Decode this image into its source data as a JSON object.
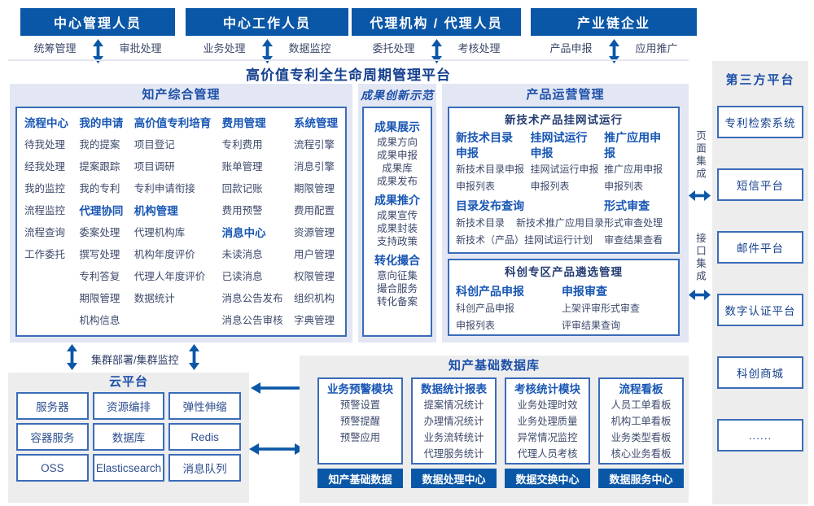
{
  "title": "高价值专利全生命周期管理平台",
  "colors": {
    "primary": "#0b57a7",
    "section_title": "#1d50a8",
    "group_header": "#1856b4",
    "item_text": "#3e4a6b",
    "deep_title": "#16418f",
    "panel_lavender": "#e3e7f4",
    "panel_gray": "#ededee",
    "box_border": "#3a6cb8",
    "box_text": "#2d4e8e"
  },
  "actors": [
    {
      "name": "中心管理人员",
      "left_action": "统筹管理",
      "right_action": "审批处理"
    },
    {
      "name": "中心工作人员",
      "left_action": "业务处理",
      "right_action": "数据监控"
    },
    {
      "name": "代理机构 / 代理人员",
      "left_action": "委托处理",
      "right_action": "考核处理"
    },
    {
      "name": "产业链企业",
      "left_action": "产品申报",
      "right_action": "应用推广"
    }
  ],
  "ip_management": {
    "title": "知产综合管理",
    "columns": [
      {
        "groups": [
          {
            "header": "流程中心",
            "items": [
              "待我处理",
              "经我处理",
              "我的监控",
              "流程监控",
              "流程查询",
              "工作委托"
            ]
          }
        ]
      },
      {
        "groups": [
          {
            "header": "我的申请",
            "items": [
              "我的提案",
              "提案跟踪",
              "我的专利"
            ]
          },
          {
            "header": "代理协同",
            "items": [
              "委案处理",
              "撰写处理",
              "专利答复",
              "期限管理",
              "机构信息"
            ]
          }
        ]
      },
      {
        "groups": [
          {
            "header": "高价值专利培育",
            "items": [
              "项目登记",
              "项目调研",
              "专利申请衔接"
            ]
          },
          {
            "header": "机构管理",
            "items": [
              "代理机构库",
              "机构年度评价",
              "代理人年度评价",
              "数据统计"
            ]
          }
        ]
      },
      {
        "groups": [
          {
            "header": "费用管理",
            "items": [
              "专利费用",
              "账单管理",
              "回款记账",
              "费用预警"
            ]
          },
          {
            "header": "消息中心",
            "items": [
              "未读消息",
              "已读消息",
              "消息公告发布",
              "消息公告审核"
            ]
          }
        ]
      },
      {
        "groups": [
          {
            "header": "系统管理",
            "items": [
              "流程引擎",
              "消息引擎",
              "期限管理",
              "费用配置",
              "资源管理",
              "用户管理",
              "权限管理",
              "组织机构",
              "字典管理"
            ]
          }
        ]
      }
    ]
  },
  "achievements": {
    "title": "成果创新示范",
    "groups": [
      {
        "header": "成果展示",
        "items": [
          "成果方向",
          "成果申报",
          "成果库",
          "成果发布"
        ]
      },
      {
        "header": "成果推介",
        "items": [
          "成果宣传",
          "成果封装",
          "支持政策"
        ]
      },
      {
        "header": "转化撮合",
        "items": [
          "意向征集",
          "撮合服务",
          "转化备案"
        ]
      }
    ]
  },
  "product_ops": {
    "title": "产品运营管理",
    "box1": {
      "title": "新技术产品挂网试运行",
      "columns": [
        {
          "header": "新技术目录申报",
          "items": [
            "新技术目录申报",
            "申报列表"
          ]
        },
        {
          "header": "挂网试运行申报",
          "items": [
            "挂网试运行申报",
            "申报列表"
          ]
        },
        {
          "header": "推广应用申报",
          "items": [
            "推广应用申报",
            "申报列表"
          ]
        }
      ],
      "catalog_query": {
        "header": "目录发布查询",
        "row1": [
          "新技术目录",
          "新技术推广应用目录"
        ],
        "row2": "新技术（产品）挂网试运行计划"
      },
      "formal_review": {
        "header": "形式审查",
        "items": [
          "形式审查处理",
          "审查结果查看"
        ]
      }
    },
    "box2": {
      "title": "科创专区产品遴选管理",
      "columns": [
        {
          "header": "科创产品申报",
          "items": [
            "科创产品申报",
            "申报列表"
          ]
        },
        {
          "header": "申报审查",
          "items": [
            "上架评审形式审查",
            "评审结果查询"
          ]
        }
      ]
    }
  },
  "integration": {
    "page": "页面集成",
    "interface": "接口集成"
  },
  "third_party": {
    "title": "第三方平台",
    "items": [
      "专利检索系统",
      "短信平台",
      "邮件平台",
      "数字认证平台",
      "科创商城",
      "......"
    ]
  },
  "cluster_label": "集群部署/集群监控",
  "cloud": {
    "title": "云平台",
    "items": [
      "服务器",
      "资源编排",
      "弹性伸缩",
      "容器服务",
      "数据库",
      "Redis",
      "OSS",
      "Elasticsearch",
      "消息队列"
    ]
  },
  "database": {
    "title": "知产基础数据库",
    "modules": [
      {
        "header": "业务预警模块",
        "items": [
          "预警设置",
          "预警提醒",
          "预警应用"
        ],
        "bar": "知产基础数据"
      },
      {
        "header": "数据统计报表",
        "items": [
          "提案情况统计",
          "办理情况统计",
          "业务流转统计",
          "代理服务统计"
        ],
        "bar": "数据处理中心"
      },
      {
        "header": "考核统计模块",
        "items": [
          "业务处理时效",
          "业务处理质量",
          "异常情况监控",
          "代理人员考核"
        ],
        "bar": "数据交换中心"
      },
      {
        "header": "流程看板",
        "items": [
          "人员工单看板",
          "机构工单看板",
          "业务类型看板",
          "核心业务看板"
        ],
        "bar": "数据服务中心"
      }
    ]
  }
}
